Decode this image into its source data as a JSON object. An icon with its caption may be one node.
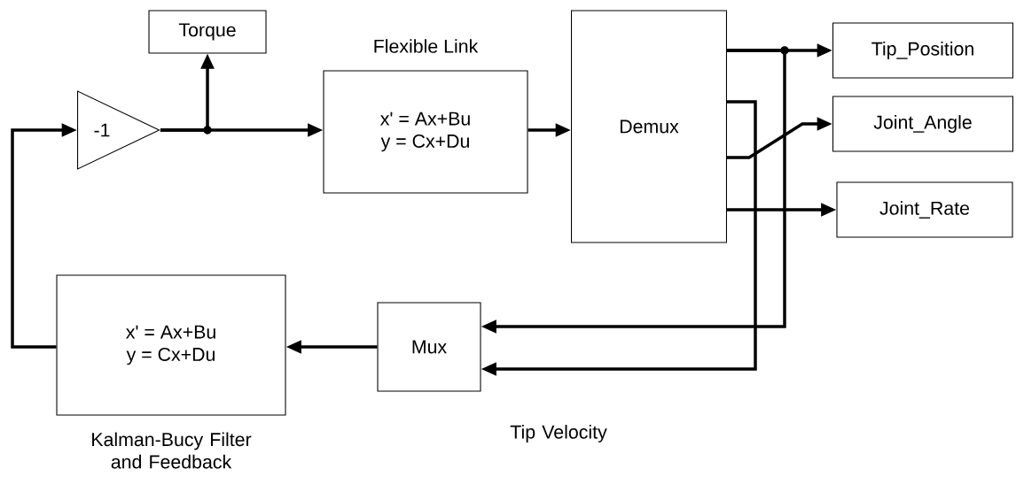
{
  "diagram": {
    "nodes": [
      {
        "text": [
          "-1"
        ]
      },
      {
        "text": [
          "Torque"
        ]
      },
      {
        "text": [
          "Flexible Link",
          "x' = Ax+Bu",
          "y = Cx+Du"
        ]
      },
      {
        "text": [
          "Demux"
        ]
      },
      {
        "text": [
          "Tip_Position"
        ]
      },
      {
        "text": [
          "Joint_Angle"
        ]
      },
      {
        "text": [
          "Joint_Rate"
        ]
      },
      {
        "text": [
          "Mux"
        ],
        "beside": [
          "Tip Velocity"
        ]
      },
      {
        "text": [
          "x' = Ax+Bu",
          "y = Cx+Du"
        ],
        "beside": [
          "Kalman-Bucy Filter and Feedback"
        ]
      }
    ],
    "edges": [
      {
        "from": 0,
        "to": 1,
        "arrow": "to"
      },
      {
        "from": 0,
        "to": 2,
        "arrow": "to"
      },
      {
        "from": 2,
        "to": 3,
        "arrow": "to"
      },
      {
        "from": 3,
        "to": 4,
        "arrow": "to"
      },
      {
        "from": 3,
        "to": 5,
        "arrow": "to"
      },
      {
        "from": 3,
        "to": 6,
        "arrow": "to"
      },
      {
        "from": 3,
        "to": 7,
        "arrow": "to"
      },
      {
        "from": 3,
        "to": 7,
        "arrow": "to"
      },
      {
        "from": 7,
        "to": 8,
        "arrow": "to"
      },
      {
        "from": 8,
        "to": 0,
        "arrow": "to"
      }
    ]
  }
}
